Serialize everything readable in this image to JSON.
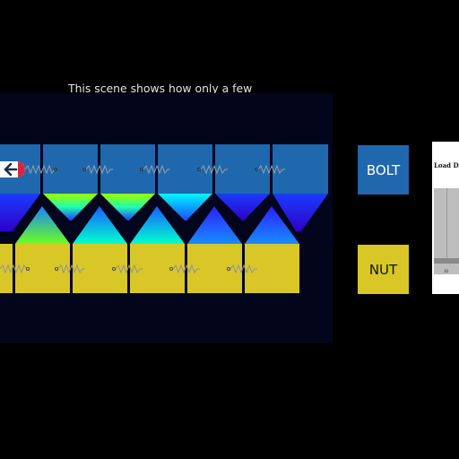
{
  "caption": "This scene shows how only a few threads in a bolted connection support most of the load.",
  "legend": {
    "bolt_label": "BOLT",
    "nut_label": "NUT"
  },
  "chart_panel": {
    "title": "Load Di",
    "tick_label": "30"
  },
  "colors": {
    "bolt": "#1f68ad",
    "nut": "#d9c727",
    "background": "#000000",
    "scene": "#03061a"
  },
  "icons": {
    "back": "arrow-left-icon",
    "spring": "spring-icon"
  },
  "bolt_segments": 6,
  "nut_segments": 6
}
